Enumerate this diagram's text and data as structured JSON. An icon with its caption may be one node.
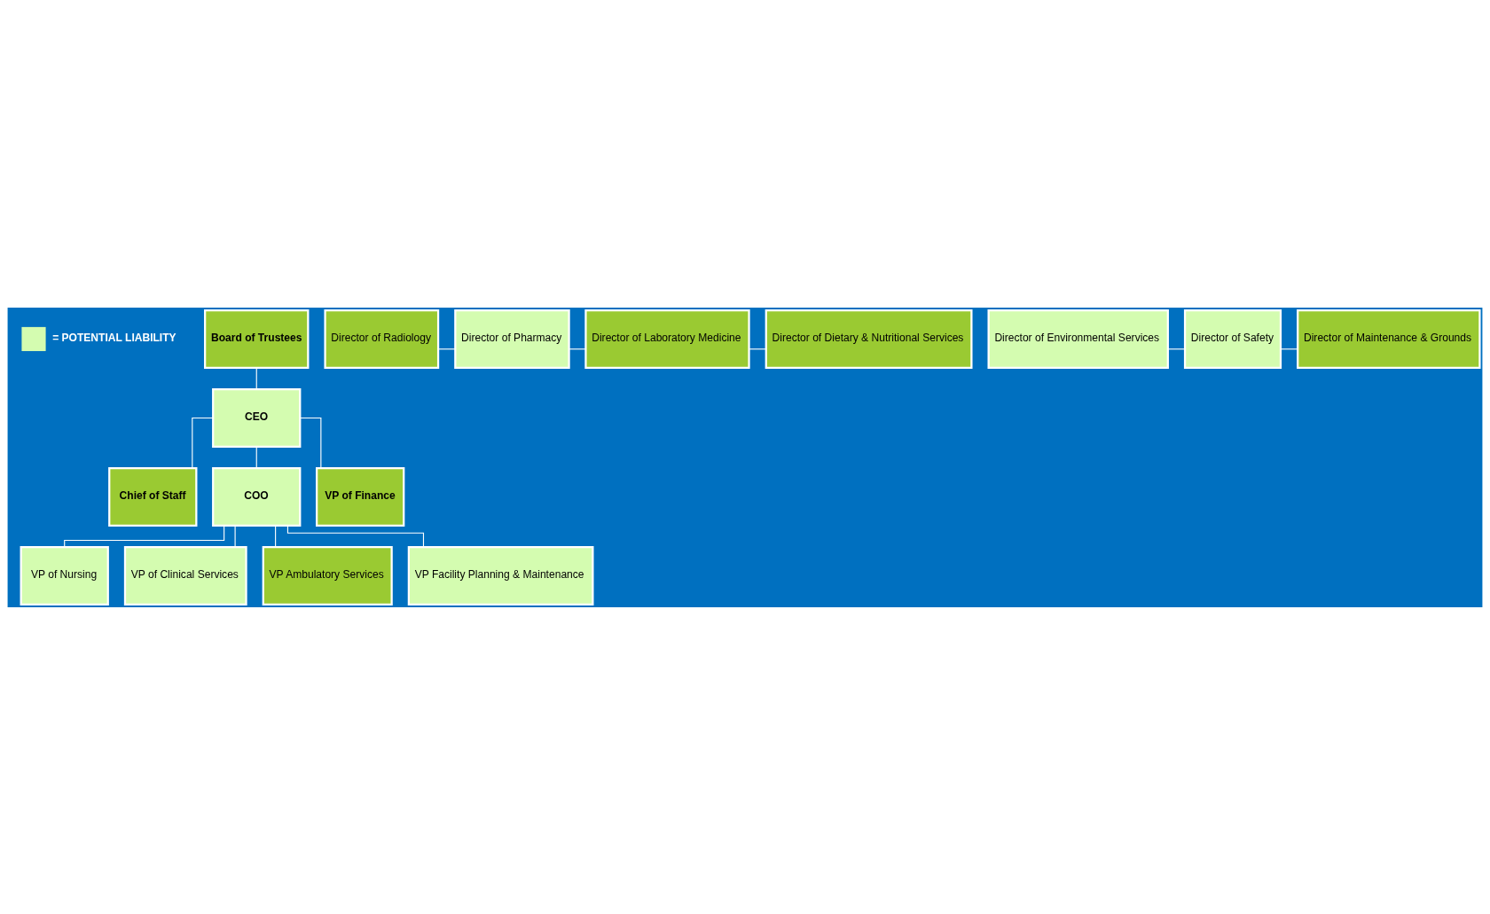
{
  "diagram": {
    "nodes": [
      {
        "text": [
          "Board of Trustees"
        ]
      },
      {
        "text": [
          "CEO"
        ]
      },
      {
        "text": [
          "Chief of Staff"
        ]
      },
      {
        "text": [
          "VP of Finance"
        ]
      },
      {
        "text": [
          "COO"
        ]
      },
      {
        "text": [
          "VP of Nursing"
        ]
      },
      {
        "text": [
          "VP of Clinical Services"
        ]
      },
      {
        "text": [
          "VP Ambulatory Services"
        ]
      },
      {
        "text": [
          "VP Facility Planning & Maintenance"
        ]
      },
      {
        "text": [
          "Director of Radiology"
        ]
      },
      {
        "text": [
          "Director of Pharmacy"
        ]
      },
      {
        "text": [
          "Director of Laboratory Medicine"
        ]
      },
      {
        "text": [
          "Director of Dietary & Nutritional Services"
        ]
      },
      {
        "text": [
          "Director of Environmental Services"
        ]
      },
      {
        "text": [
          "Director of Safety"
        ]
      },
      {
        "text": [
          "Director of Maintenance & Grounds"
        ]
      }
    ],
    "edges": [
      {
        "from": 0,
        "to": 1,
        "arrow": "none"
      },
      {
        "from": 1,
        "to": 2,
        "arrow": "none"
      },
      {
        "from": 1,
        "to": 3,
        "arrow": "none"
      },
      {
        "from": 1,
        "to": 4,
        "arrow": "none"
      },
      {
        "from": 4,
        "to": 5,
        "arrow": "none"
      },
      {
        "from": 4,
        "to": 6,
        "arrow": "none"
      },
      {
        "from": 4,
        "to": 7,
        "arrow": "none"
      },
      {
        "from": 4,
        "to": 8,
        "arrow": "none"
      },
      {
        "from": 9,
        "to": 10,
        "arrow": "none"
      },
      {
        "from": 10,
        "to": 11,
        "arrow": "none"
      },
      {
        "from": 11,
        "to": 12,
        "arrow": "none"
      },
      {
        "from": 13,
        "to": 14,
        "arrow": "none"
      },
      {
        "from": 14,
        "to": 15,
        "arrow": "none"
      }
    ],
    "legend": [
      {
        "text": "= POTENTIAL LIABILITY",
        "color": "#d4fcb0"
      }
    ]
  }
}
